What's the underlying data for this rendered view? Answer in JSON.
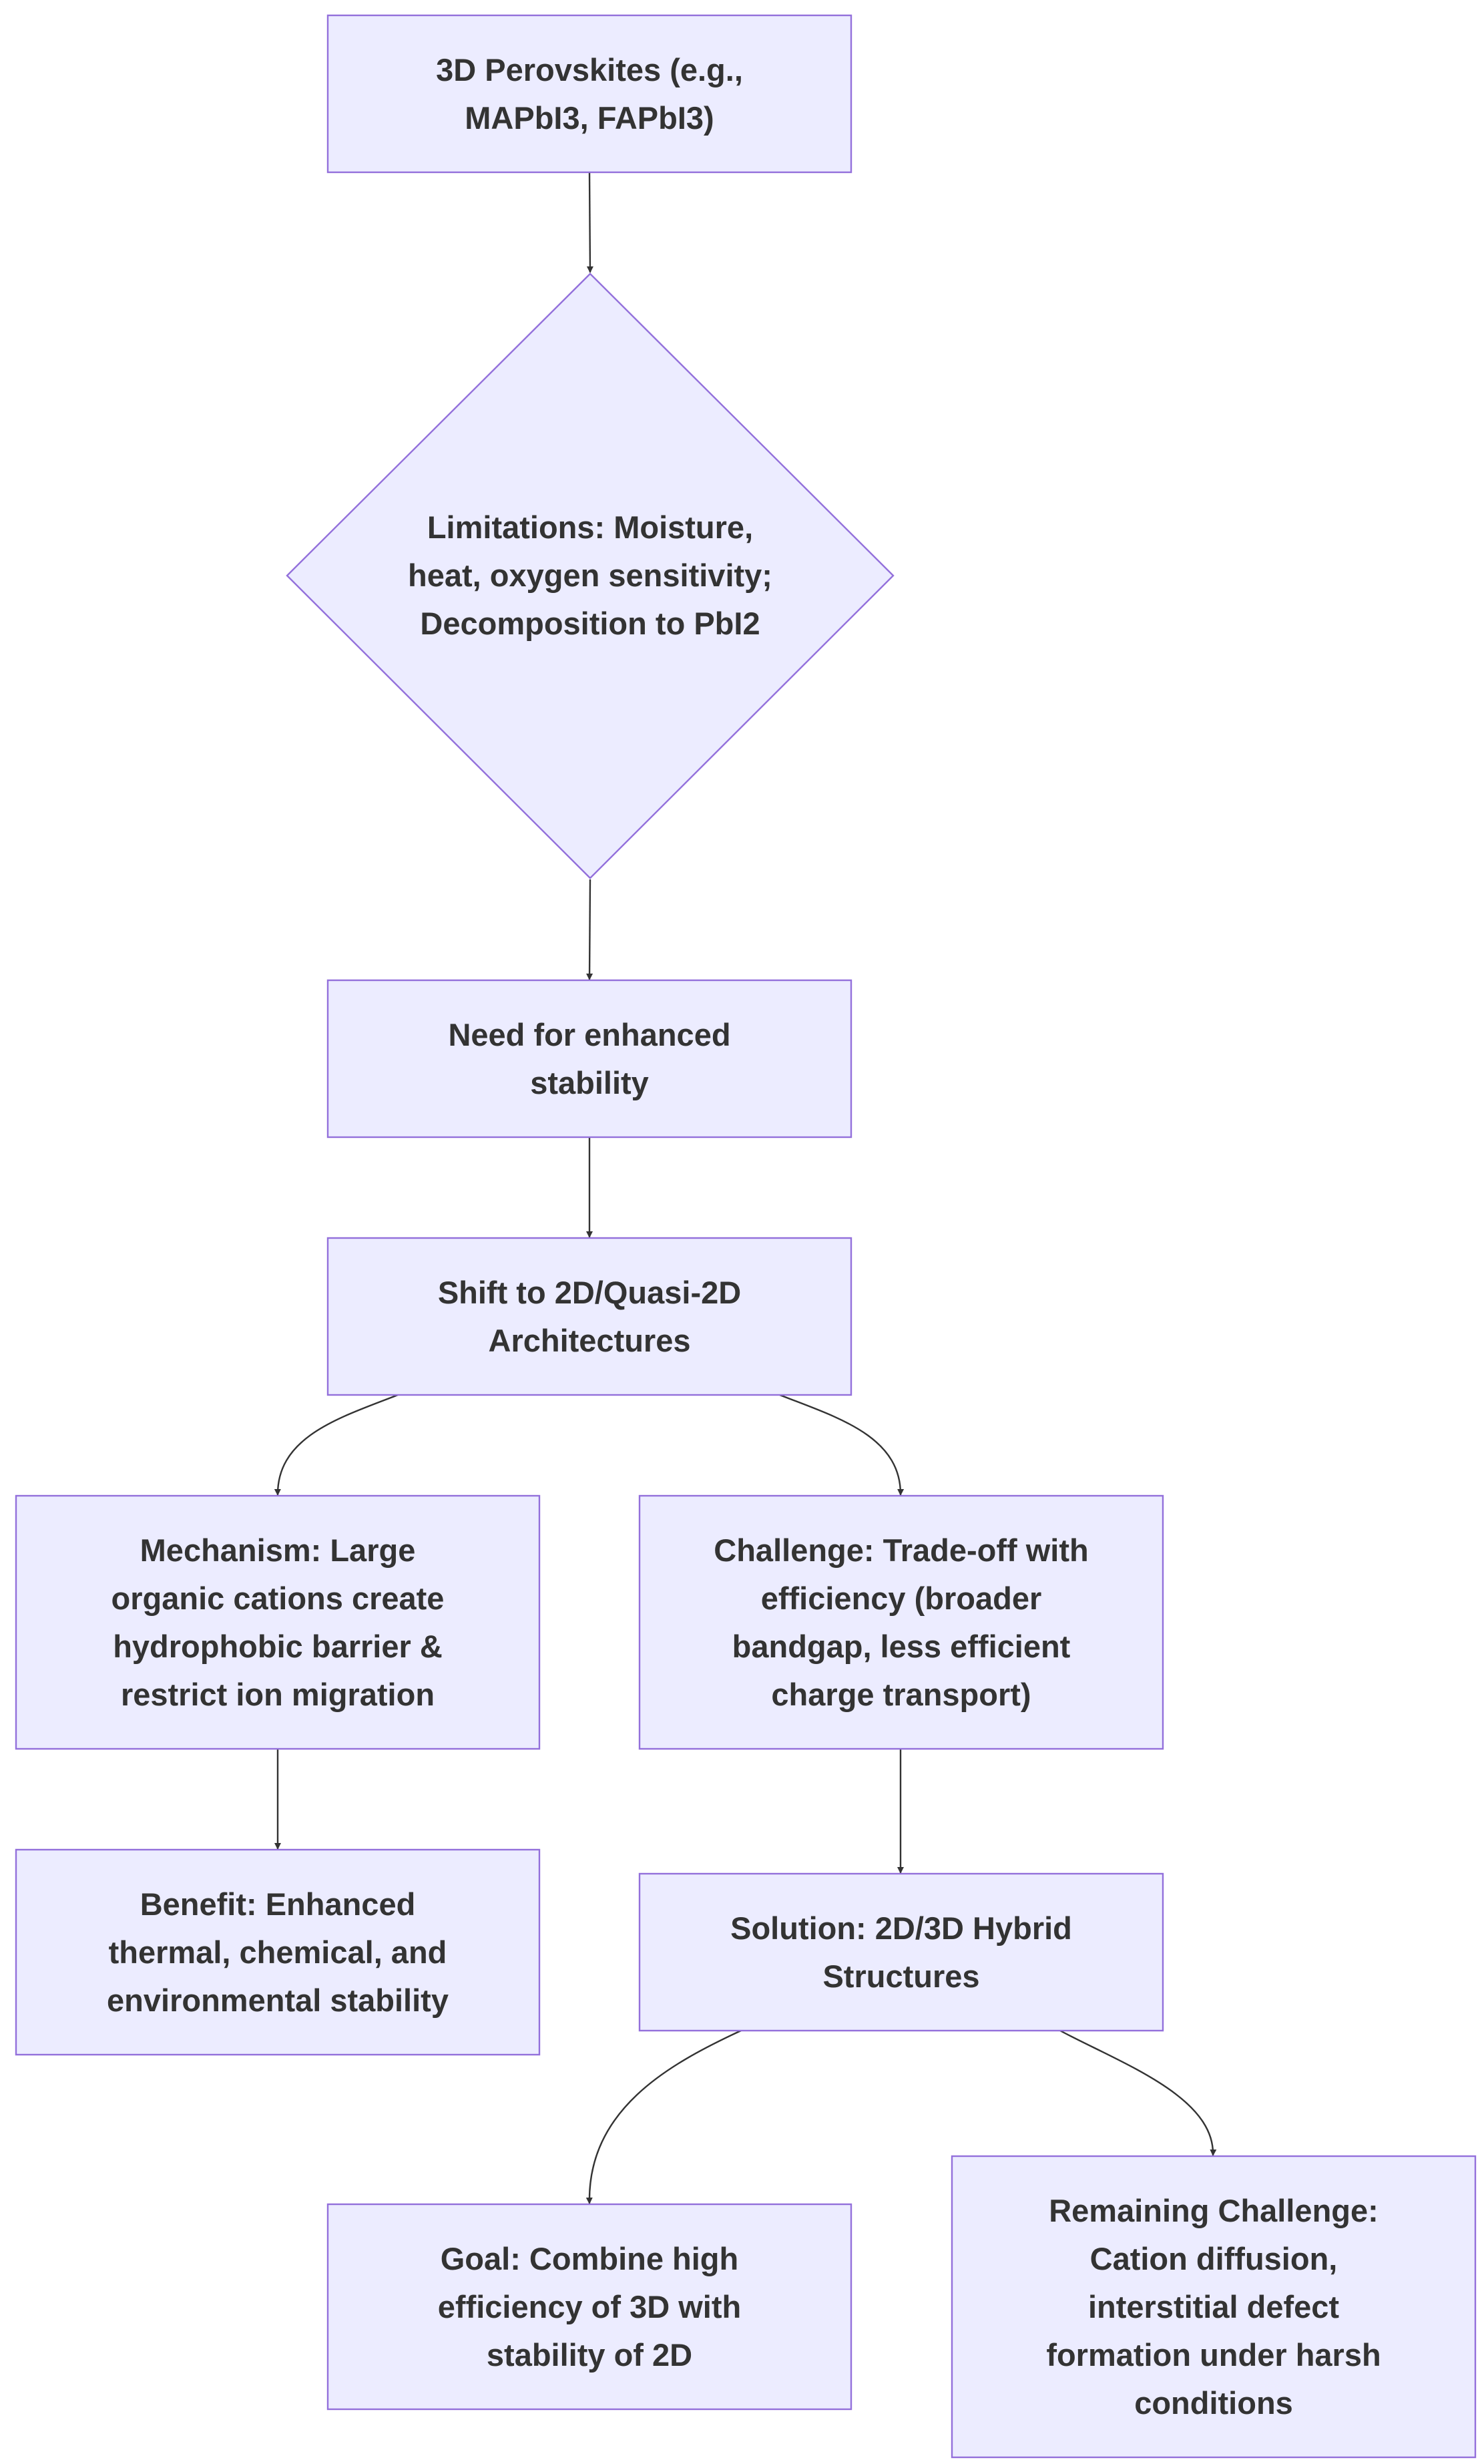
{
  "nodes": {
    "perovskites": "3D Perovskites (e.g., MAPbI3, FAPbI3)",
    "limitations": "Limitations: Moisture, heat, oxygen sensitivity; Decomposition to PbI2",
    "need": "Need for enhanced stability",
    "shift": "Shift to 2D/Quasi-2D Architectures",
    "mechanism": "Mechanism: Large organic cations create hydrophobic barrier & restrict ion migration",
    "challenge": "Challenge: Trade-off with efficiency (broader bandgap, less efficient charge transport)",
    "benefit": "Benefit: Enhanced thermal, chemical, and environmental stability",
    "solution": "Solution: 2D/3D Hybrid Structures",
    "goal": "Goal: Combine high efficiency of 3D with stability of 2D",
    "remaining": "Remaining Challenge: Cation diffusion, interstitial defect formation under harsh conditions"
  },
  "edges": [
    [
      "perovskites",
      "limitations"
    ],
    [
      "limitations",
      "need"
    ],
    [
      "need",
      "shift"
    ],
    [
      "shift",
      "mechanism"
    ],
    [
      "shift",
      "challenge"
    ],
    [
      "mechanism",
      "benefit"
    ],
    [
      "challenge",
      "solution"
    ],
    [
      "solution",
      "goal"
    ],
    [
      "solution",
      "remaining"
    ]
  ],
  "colors": {
    "node_fill": "#ECECFF",
    "node_stroke": "#9370DB",
    "edge": "#333333",
    "text": "#333333"
  }
}
